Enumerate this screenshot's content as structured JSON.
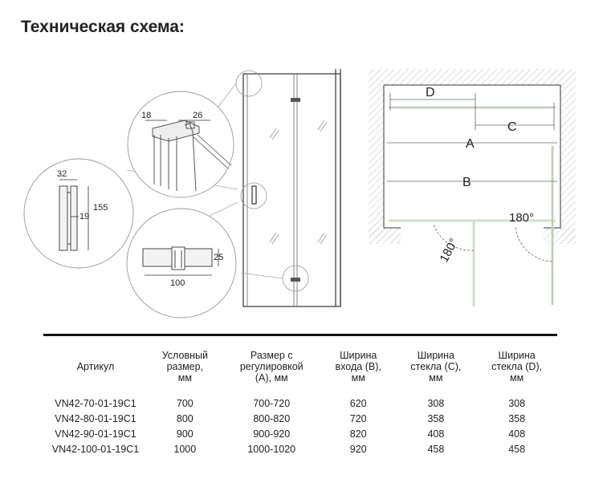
{
  "heading": "Техническая схема:",
  "diagram": {
    "profile_left": "18",
    "profile_right": "26",
    "handle_width": "32",
    "handle_height": "155",
    "handle_depth": "19",
    "hinge_height": "25",
    "hinge_width": "100",
    "plan_label_d": "D",
    "plan_label_c": "C",
    "plan_label_a": "A",
    "plan_label_b": "B",
    "angle_left": "180°",
    "angle_right": "180°"
  },
  "table": {
    "headers": [
      "Артикул",
      "Условный\nразмер,\nмм",
      "Размер с\nрегулировкой\n(А), мм",
      "Ширина\nвхода (В),\nмм",
      "Ширина\nстекла (С),\nмм",
      "Ширина\nстекла (D),\nмм"
    ],
    "rows": [
      [
        "VN42-70-01-19C1",
        "700",
        "700-720",
        "620",
        "308",
        "308"
      ],
      [
        "VN42-80-01-19C1",
        "800",
        "800-820",
        "720",
        "358",
        "358"
      ],
      [
        "VN42-90-01-19C1",
        "900",
        "900-920",
        "820",
        "408",
        "408"
      ],
      [
        "VN42-100-01-19C1",
        "1000",
        "1000-1020",
        "920",
        "458",
        "458"
      ]
    ]
  },
  "colors": {
    "text": "#222222",
    "wall_hatch": "#cccccc",
    "glass_line": "#cfe3c8",
    "dimension": "#888888"
  }
}
